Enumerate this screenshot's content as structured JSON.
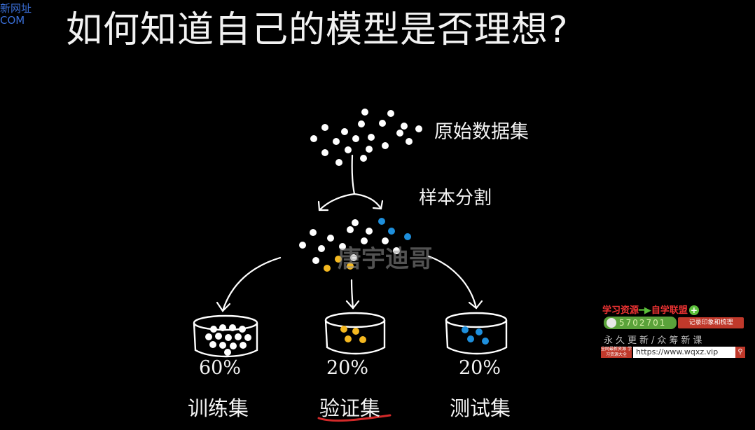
{
  "watermark_top": {
    "line1": "新网址",
    "line2": "COM"
  },
  "title": "如何知道自己的模型是否理想?",
  "labels": {
    "raw_dataset": "原始数据集",
    "sample_split": "样本分割",
    "center_watermark": "唐宇迪哥"
  },
  "splits": [
    {
      "percent": "60%",
      "name": "训练集",
      "dot_color": "#ffffff"
    },
    {
      "percent": "20%",
      "name": "验证集",
      "dot_color": "#f4b820"
    },
    {
      "percent": "20%",
      "name": "测试集",
      "dot_color": "#1e8fdc"
    }
  ],
  "colors": {
    "background": "#000000",
    "dot_white": "#ffffff",
    "dot_yellow": "#f4b820",
    "dot_blue": "#1e8fdc",
    "underline_red": "#d42a2a"
  },
  "ad": {
    "line1_a": "学习资源",
    "line1_b": "自学联盟",
    "qq": "5702701",
    "tag": "记录印象和梳理",
    "line3": "永久更新/众筹新课",
    "small": "全网最新资源 学习资源大全",
    "url": "https://www.wqxz.vip"
  }
}
